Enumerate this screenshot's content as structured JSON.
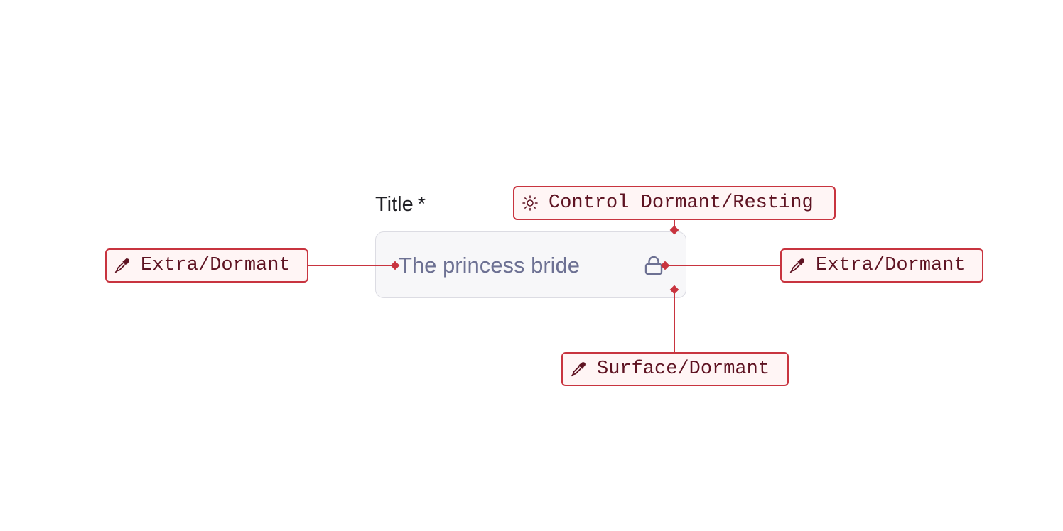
{
  "field": {
    "label": "Title",
    "required_marker": "*",
    "value": "The princess bride",
    "trailing_icon": "lock-icon"
  },
  "annotations": {
    "top": {
      "label": "Control Dormant/Resting",
      "icon": "sun-icon"
    },
    "left": {
      "label": "Extra/Dormant",
      "icon": "eyedropper-icon"
    },
    "right": {
      "label": "Extra/Dormant",
      "icon": "eyedropper-icon"
    },
    "bottom": {
      "label": "Surface/Dormant",
      "icon": "eyedropper-icon"
    }
  },
  "colors": {
    "annotation_border": "#c8343f",
    "annotation_fill": "#fff5f5",
    "annotation_text": "#5e1322",
    "input_surface": "#f7f7f9",
    "input_border": "#dcdce3",
    "input_text": "#6d7193",
    "label_text": "#1f1f24"
  }
}
